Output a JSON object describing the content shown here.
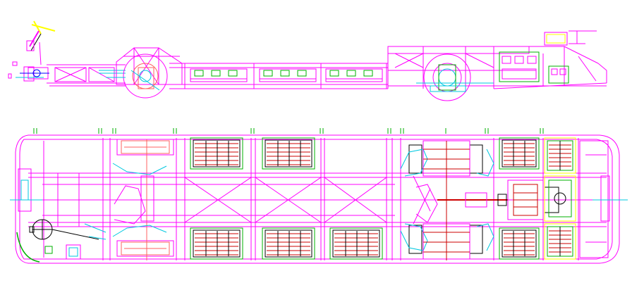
{
  "drawing": {
    "views": [
      {
        "id": "side-elevation",
        "label": ""
      },
      {
        "id": "plan-view",
        "label": ""
      }
    ],
    "colors": {
      "frame": "#ff00ff",
      "pipe": "#00c8e0",
      "battery_frame": "#00b000",
      "battery_cell": "#cc0000",
      "seat": "#ffff00",
      "tire": "#ff6060",
      "outline": "#000000",
      "detail": "#0000ff"
    },
    "side_view": {
      "battery_packs": 3,
      "rear_battery_packs": 2
    },
    "plan_view": {
      "upper_battery_packs": 4,
      "lower_battery_packs": 5,
      "rear_battery_packs": 2
    }
  }
}
